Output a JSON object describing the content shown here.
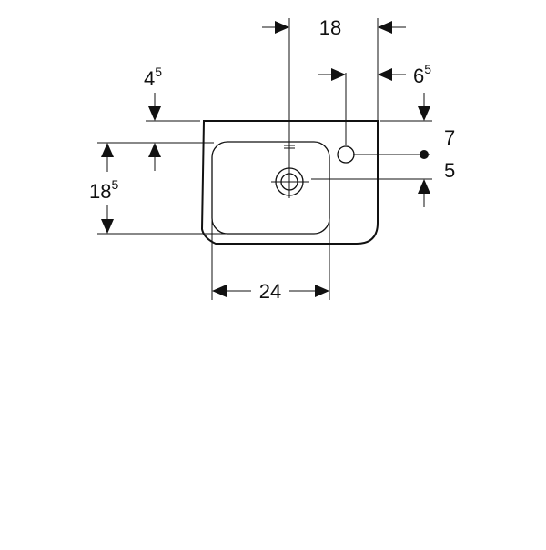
{
  "dimensions": {
    "top_width": {
      "main": "18"
    },
    "tap_offset": {
      "main": "6",
      "sup": "5"
    },
    "rim_depth": {
      "main": "4",
      "sup": "5"
    },
    "bowl_depth": {
      "main": "18",
      "sup": "5"
    },
    "bowl_width": {
      "main": "24"
    },
    "tap_hole_diameter": {
      "main": "7"
    },
    "drain_offset": {
      "main": "5"
    }
  }
}
